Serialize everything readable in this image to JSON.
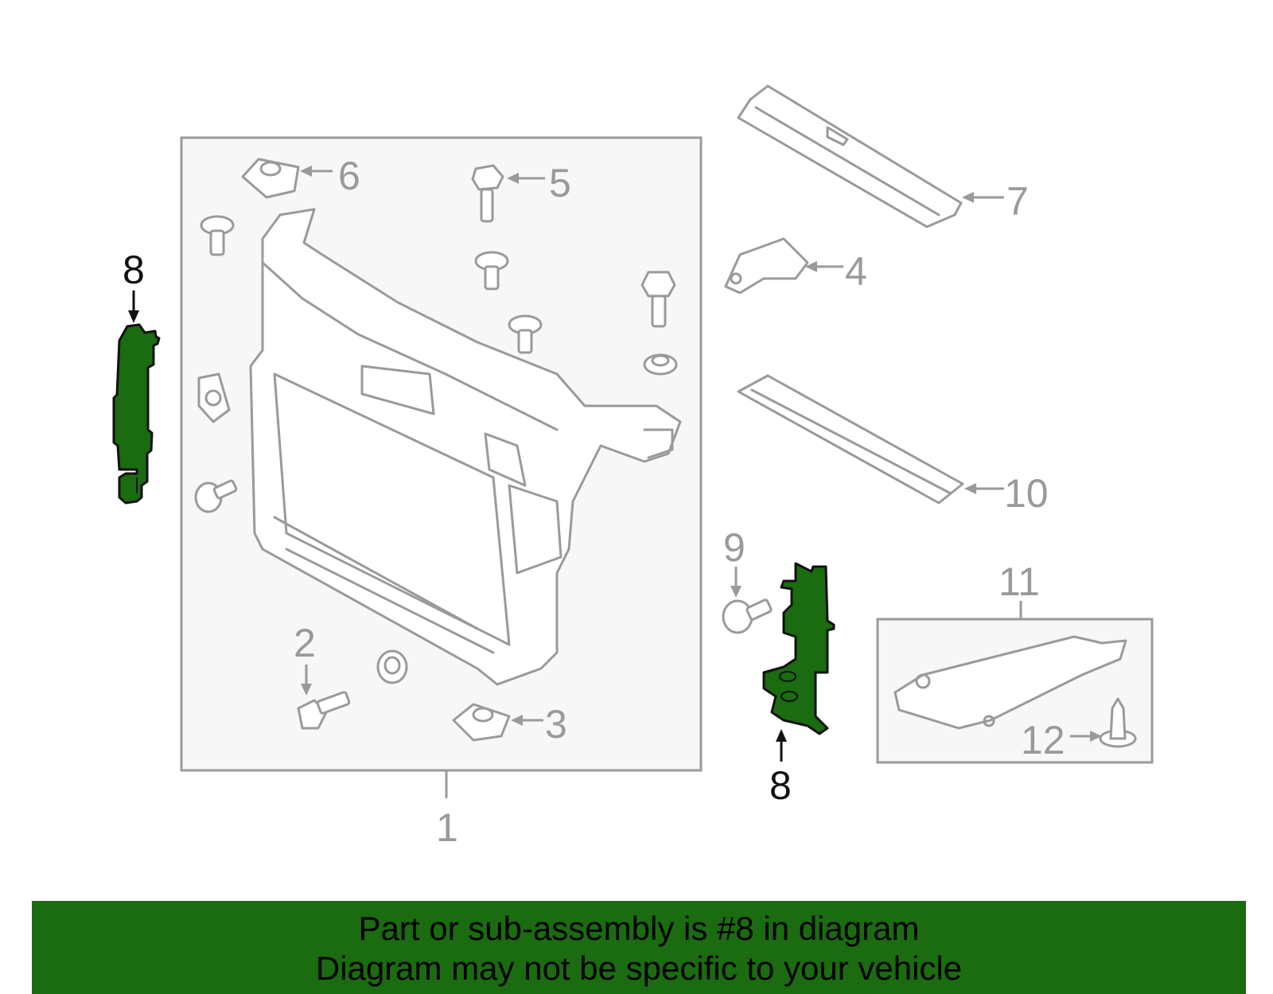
{
  "colors": {
    "highlight": "#1b6b10",
    "outline": "#9a9a9a",
    "banner_bg": "#1b6b10",
    "text_dark": "#111111"
  },
  "callouts": {
    "c1": "1",
    "c2": "2",
    "c3": "3",
    "c4": "4",
    "c5": "5",
    "c6": "6",
    "c7": "7",
    "c8_left": "8",
    "c8_right": "8",
    "c9": "9",
    "c10": "10",
    "c11": "11",
    "c12": "12"
  },
  "highlighted_part": "8",
  "banner": {
    "line1": "Part or sub-assembly is #8 in diagram",
    "line2": "Diagram may not be specific to your vehicle"
  }
}
